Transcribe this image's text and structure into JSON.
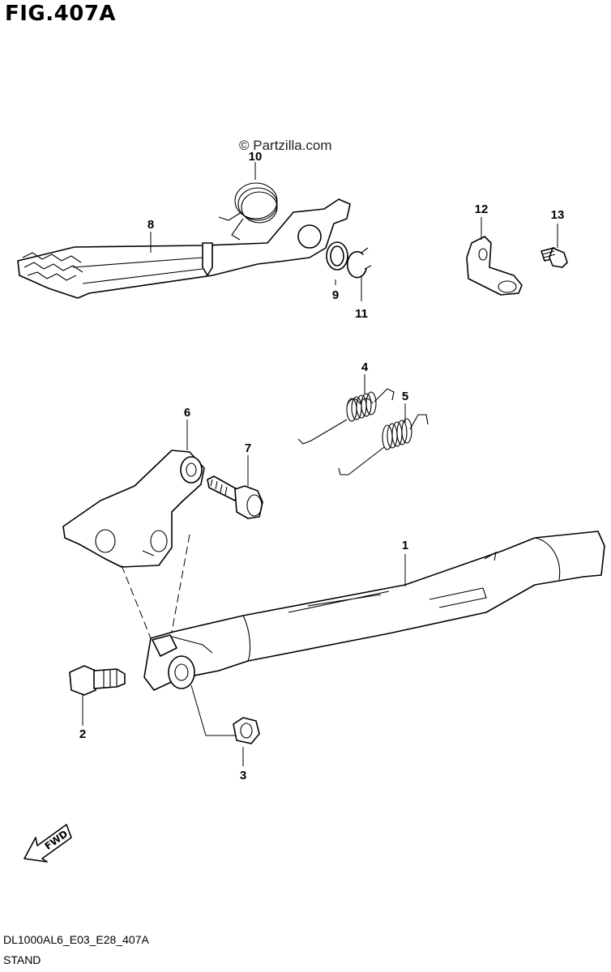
{
  "figure": {
    "title": "FIG.407A"
  },
  "watermark": "© Partzilla.com",
  "callouts": [
    {
      "id": "1",
      "label": "1"
    },
    {
      "id": "2",
      "label": "2"
    },
    {
      "id": "3",
      "label": "3"
    },
    {
      "id": "4",
      "label": "4"
    },
    {
      "id": "5",
      "label": "5"
    },
    {
      "id": "6",
      "label": "6"
    },
    {
      "id": "7",
      "label": "7"
    },
    {
      "id": "8",
      "label": "8"
    },
    {
      "id": "9",
      "label": "9"
    },
    {
      "id": "10",
      "label": "10"
    },
    {
      "id": "11",
      "label": "11"
    },
    {
      "id": "12",
      "label": "12"
    },
    {
      "id": "13",
      "label": "13"
    }
  ],
  "direction_indicator": {
    "label": "FWD",
    "icon": "fwd-arrow-icon"
  },
  "footer": {
    "model_code": "DL1000AL6_E03_E28_407A",
    "section_name": "STAND"
  }
}
